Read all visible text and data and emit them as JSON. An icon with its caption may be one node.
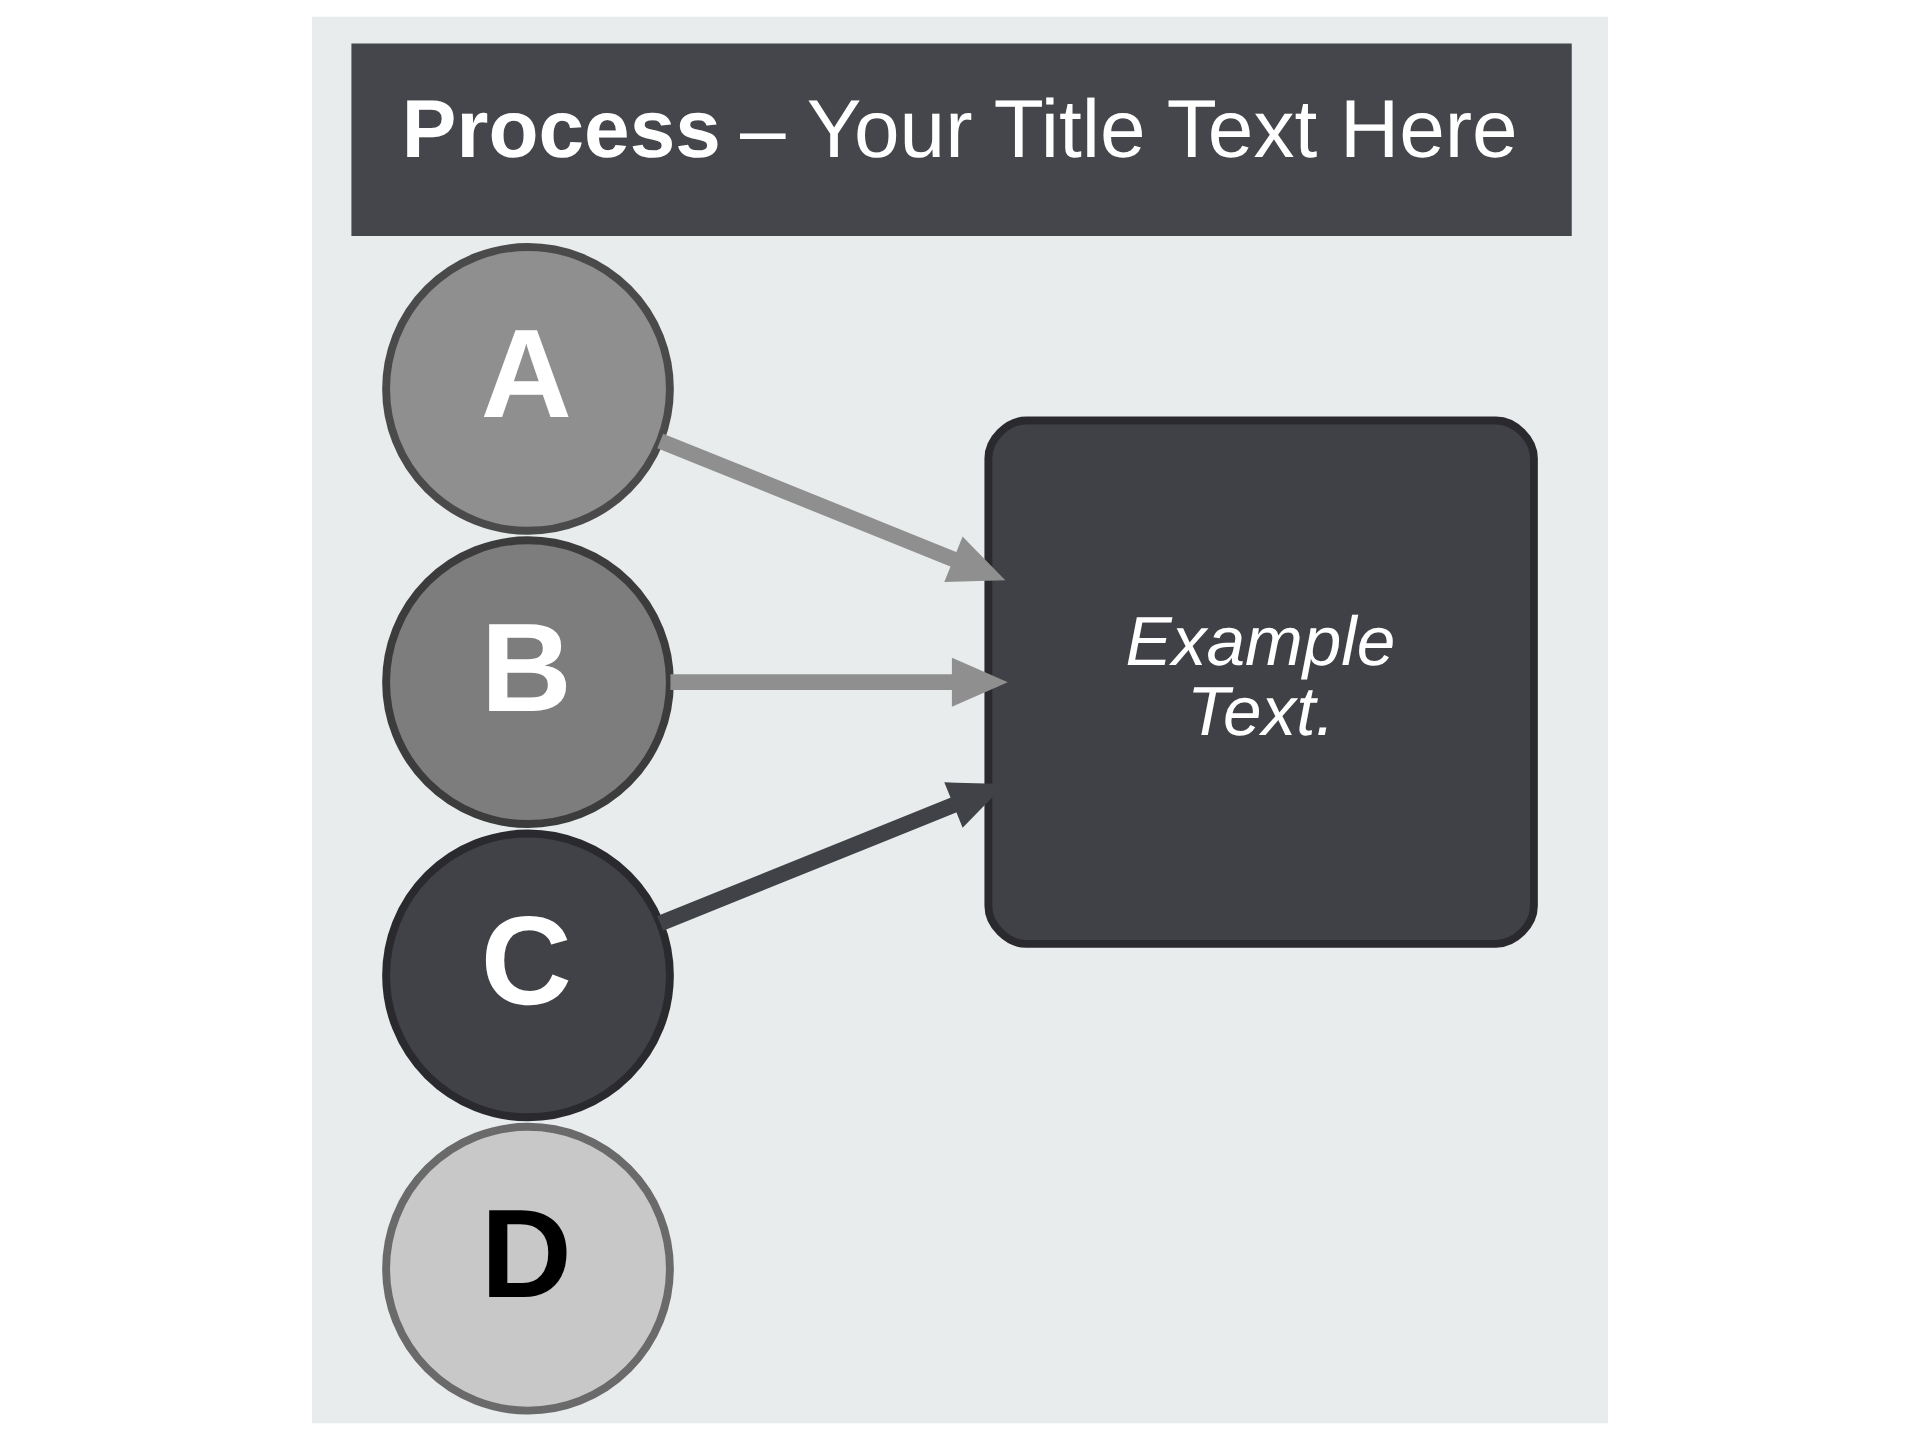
{
  "diagram": {
    "title": "**Process** – Your Title Text Here",
    "nodes": [
      {
        "text": [
          "A"
        ]
      },
      {
        "text": [
          "B"
        ]
      },
      {
        "text": [
          "C"
        ]
      },
      {
        "text": [
          "D"
        ]
      },
      {
        "text": [
          "Example Text."
        ]
      }
    ],
    "edges": [
      {
        "from": 0,
        "to": 4,
        "arrow": "to"
      },
      {
        "from": 1,
        "to": 4,
        "arrow": "to"
      },
      {
        "from": 2,
        "to": 4,
        "arrow": "to",
        "color": "#414247"
      }
    ]
  }
}
